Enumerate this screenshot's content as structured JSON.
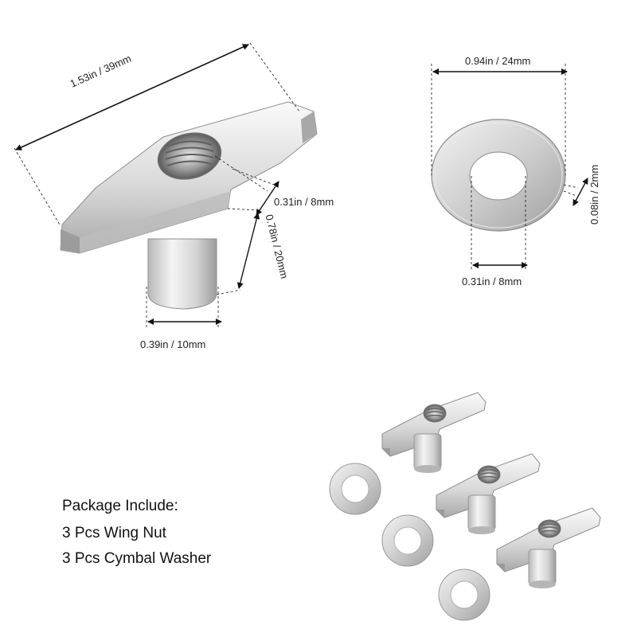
{
  "wing_nut_dimensions": {
    "length": "1.53in  /  39mm",
    "thread_diameter": "0.31in  /  8mm",
    "height": "0.78in  /  20mm",
    "stem_diameter": "0.39in  /  10mm"
  },
  "washer_dimensions": {
    "outer_diameter": "0.94in  /  24mm",
    "thickness": "0.08in  /  2mm",
    "inner_diameter": "0.31in  /  8mm"
  },
  "package": {
    "heading": "Package Include:",
    "items": [
      "3 Pcs Wing Nut",
      "3 Pcs Cymbal Washer"
    ]
  },
  "colors": {
    "metal_light": "#f2f2f2",
    "metal_mid": "#c8c8c8",
    "metal_dark": "#8a8a8a",
    "line": "#111111"
  }
}
